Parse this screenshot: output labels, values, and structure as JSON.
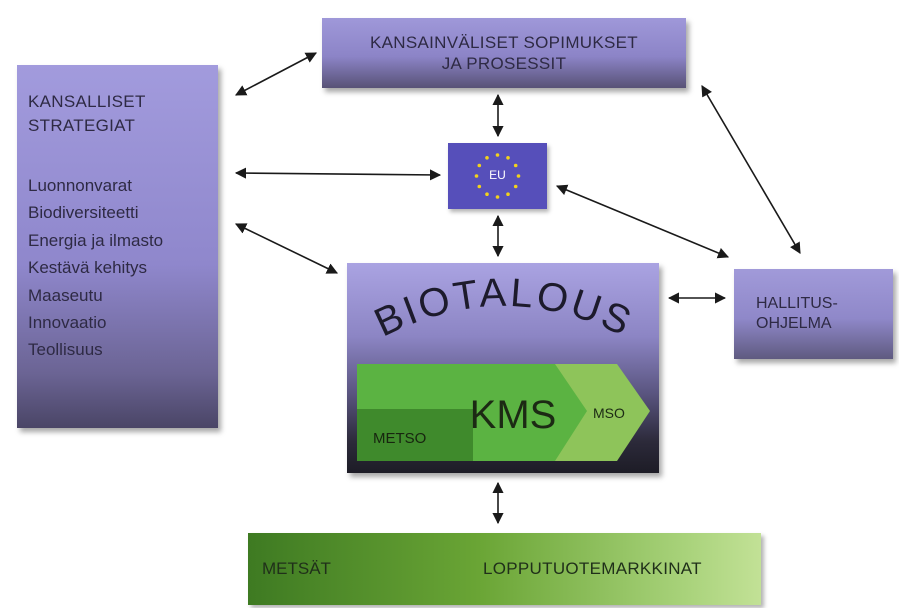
{
  "international": {
    "line1": "KANSAINVÄLISET SOPIMUKSET",
    "line2": "JA PROSESSIT"
  },
  "national": {
    "title_line1": "KANSALLISET",
    "title_line2": "STRATEGIAT",
    "items": [
      "Luonnonvarat",
      "Biodiversiteetti",
      "Energia ja ilmasto",
      "Kestävä kehitys",
      "Maaseutu",
      "Innovaatio",
      "Teollisuus"
    ]
  },
  "eu": {
    "label": "EU"
  },
  "government": {
    "line1": "HALLITUS-",
    "line2": "OHJELMA"
  },
  "bioeconomy": {
    "title": "BIOTALOUS",
    "kms": "KMS",
    "metso": "METSO",
    "mso": "MSO"
  },
  "forest": {
    "left": "METSÄT",
    "right": "LOPPUTUOTEMARKKINAT"
  },
  "colors": {
    "box_purple": "#8f87cc",
    "eu_blue": "#564fba",
    "eu_star": "#f2d21b",
    "green_light": "#c2e196",
    "green_dark": "#3e7a22"
  }
}
